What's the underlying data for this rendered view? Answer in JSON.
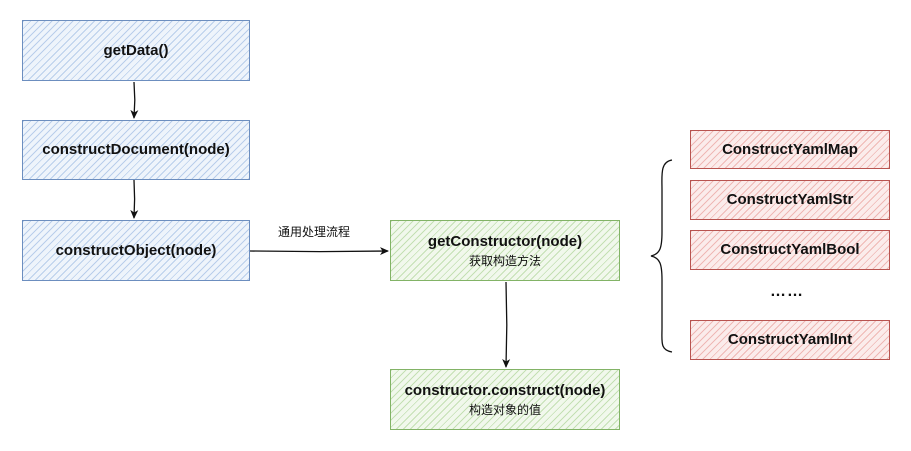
{
  "colors": {
    "blue_stroke": "#6c8ebf",
    "green_stroke": "#82b366",
    "red_stroke": "#b85450",
    "line": "#111111"
  },
  "flow": {
    "get_data": {
      "title": "getData()"
    },
    "construct_document": {
      "title": "constructDocument(node)"
    },
    "construct_object": {
      "title": "constructObject(node)"
    },
    "get_constructor": {
      "title": "getConstructor(node)",
      "subtitle": "获取构造方法"
    },
    "constructor_construct": {
      "title": "constructor.construct(node)",
      "subtitle": "构造对象的值"
    }
  },
  "edge_label": "通用处理流程",
  "constructors": {
    "items": [
      "ConstructYamlMap",
      "ConstructYamlStr",
      "ConstructYamlBool",
      "ConstructYamlInt"
    ],
    "ellipsis": "……"
  }
}
